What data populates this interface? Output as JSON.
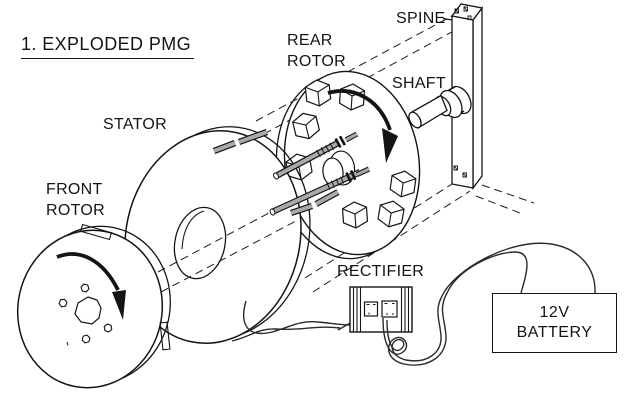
{
  "diagram": {
    "title": "1. EXPLODED PMG",
    "labels": {
      "stator": "STATOR",
      "front_rotor_line1": "FRONT",
      "front_rotor_line2": "ROTOR",
      "rear_rotor_line1": "REAR",
      "rear_rotor_line2": "ROTOR",
      "spine": "SPINE",
      "shaft": "SHAFT",
      "rectifier": "RECTIFIER",
      "battery_line1": "12V",
      "battery_line2": "BATTERY"
    },
    "colors": {
      "line": "#141414",
      "stud_gray": "#a9a9a9",
      "background": "#ffffff"
    }
  }
}
